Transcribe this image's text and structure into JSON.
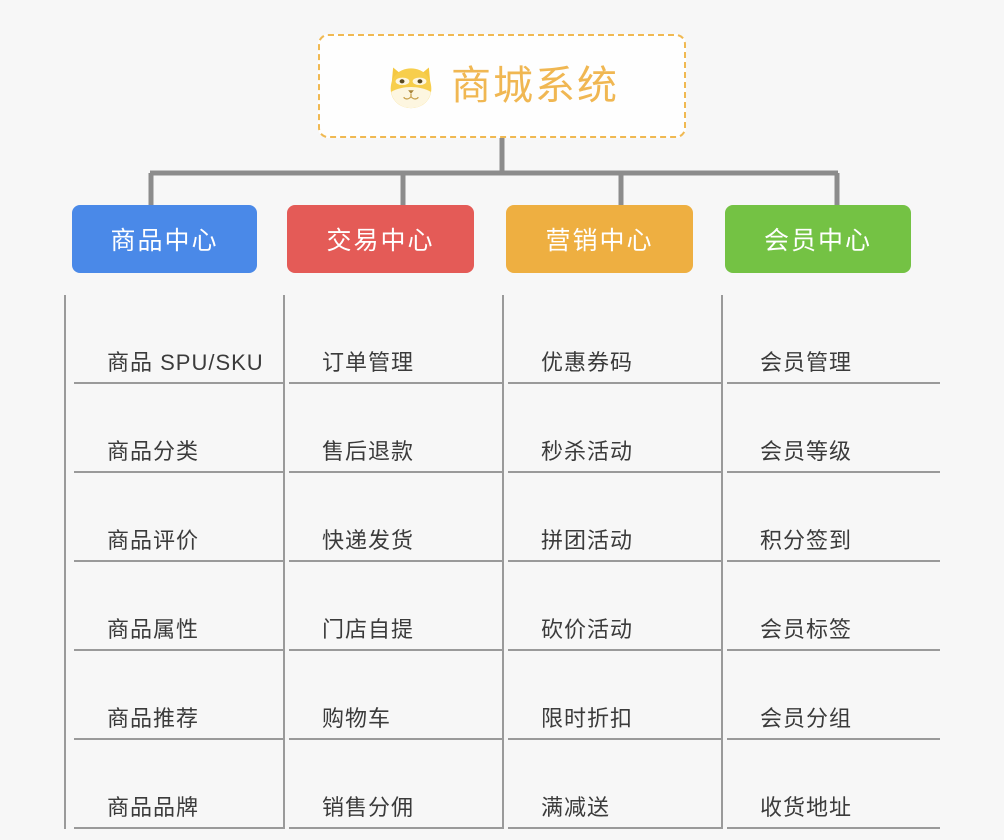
{
  "root": {
    "title": "商城系统",
    "icon": "shiba-dog-face-icon",
    "border_color": "#f0b952",
    "text_color": "#f0b752"
  },
  "connector_color": "#8c8c8c",
  "columns": [
    {
      "title": "商品中心",
      "color": "#4a89e8",
      "items": [
        "商品 SPU/SKU",
        "商品分类",
        "商品评价",
        "商品属性",
        "商品推荐",
        "商品品牌"
      ]
    },
    {
      "title": "交易中心",
      "color": "#e45b57",
      "items": [
        "订单管理",
        "售后退款",
        "快递发货",
        "门店自提",
        "购物车",
        "销售分佣"
      ]
    },
    {
      "title": "营销中心",
      "color": "#eeaf41",
      "items": [
        "优惠券码",
        "秒杀活动",
        "拼团活动",
        "砍价活动",
        "限时折扣",
        "满减送"
      ]
    },
    {
      "title": "会员中心",
      "color": "#74c244",
      "items": [
        "会员管理",
        "会员等级",
        "积分签到",
        "会员标签",
        "会员分组",
        "收货地址"
      ]
    }
  ]
}
